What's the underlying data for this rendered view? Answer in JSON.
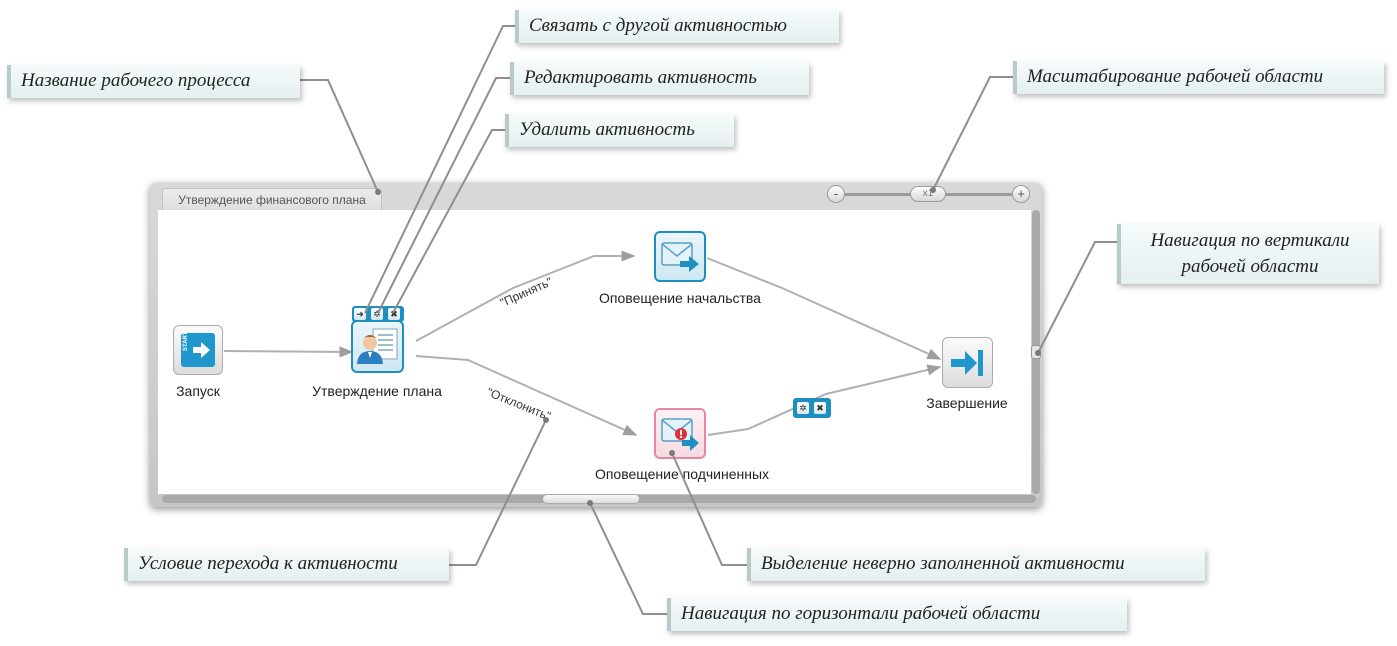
{
  "workflow": {
    "tab_title": "Утверждение финансового плана",
    "zoom_level": "x1",
    "zoom_minus": "-",
    "zoom_plus": "+"
  },
  "nodes": {
    "start": {
      "label": "Запуск",
      "icon": "start-icon",
      "badge": "START"
    },
    "approve": {
      "label": "Утверждение плана",
      "icon": "user-document-icon"
    },
    "notify_boss": {
      "label": "Оповещение начальства",
      "icon": "mail-send-icon"
    },
    "notify_staff": {
      "label": "Оповещение подчиненных",
      "icon": "mail-error-icon"
    },
    "finish": {
      "label": "Завершение",
      "icon": "finish-icon"
    }
  },
  "edges": {
    "accept": "\"Принять\"",
    "reject": "\"Отклонить\""
  },
  "toolbar": {
    "link": "➜",
    "edit": "✲",
    "delete": "✖"
  },
  "callouts": {
    "process_name": "Название рабочего процесса",
    "link_activity": "Связать с другой активностью",
    "edit_activity": "Редактировать активность",
    "delete_activity": "Удалить активность",
    "zoom": "Масштабирование рабочей области",
    "vertical_nav_1": "Навигация по вертикали",
    "vertical_nav_2": "рабочей области",
    "transition_condition": "Условие перехода к активности",
    "invalid_activity": "Выделение неверно заполненной активности",
    "horizontal_nav": "Навигация по горизонтали рабочей области"
  },
  "colors": {
    "accent_blue": "#1d8fc0",
    "error_pink": "#e8879e",
    "callout_bg": "#e9f3f4"
  }
}
